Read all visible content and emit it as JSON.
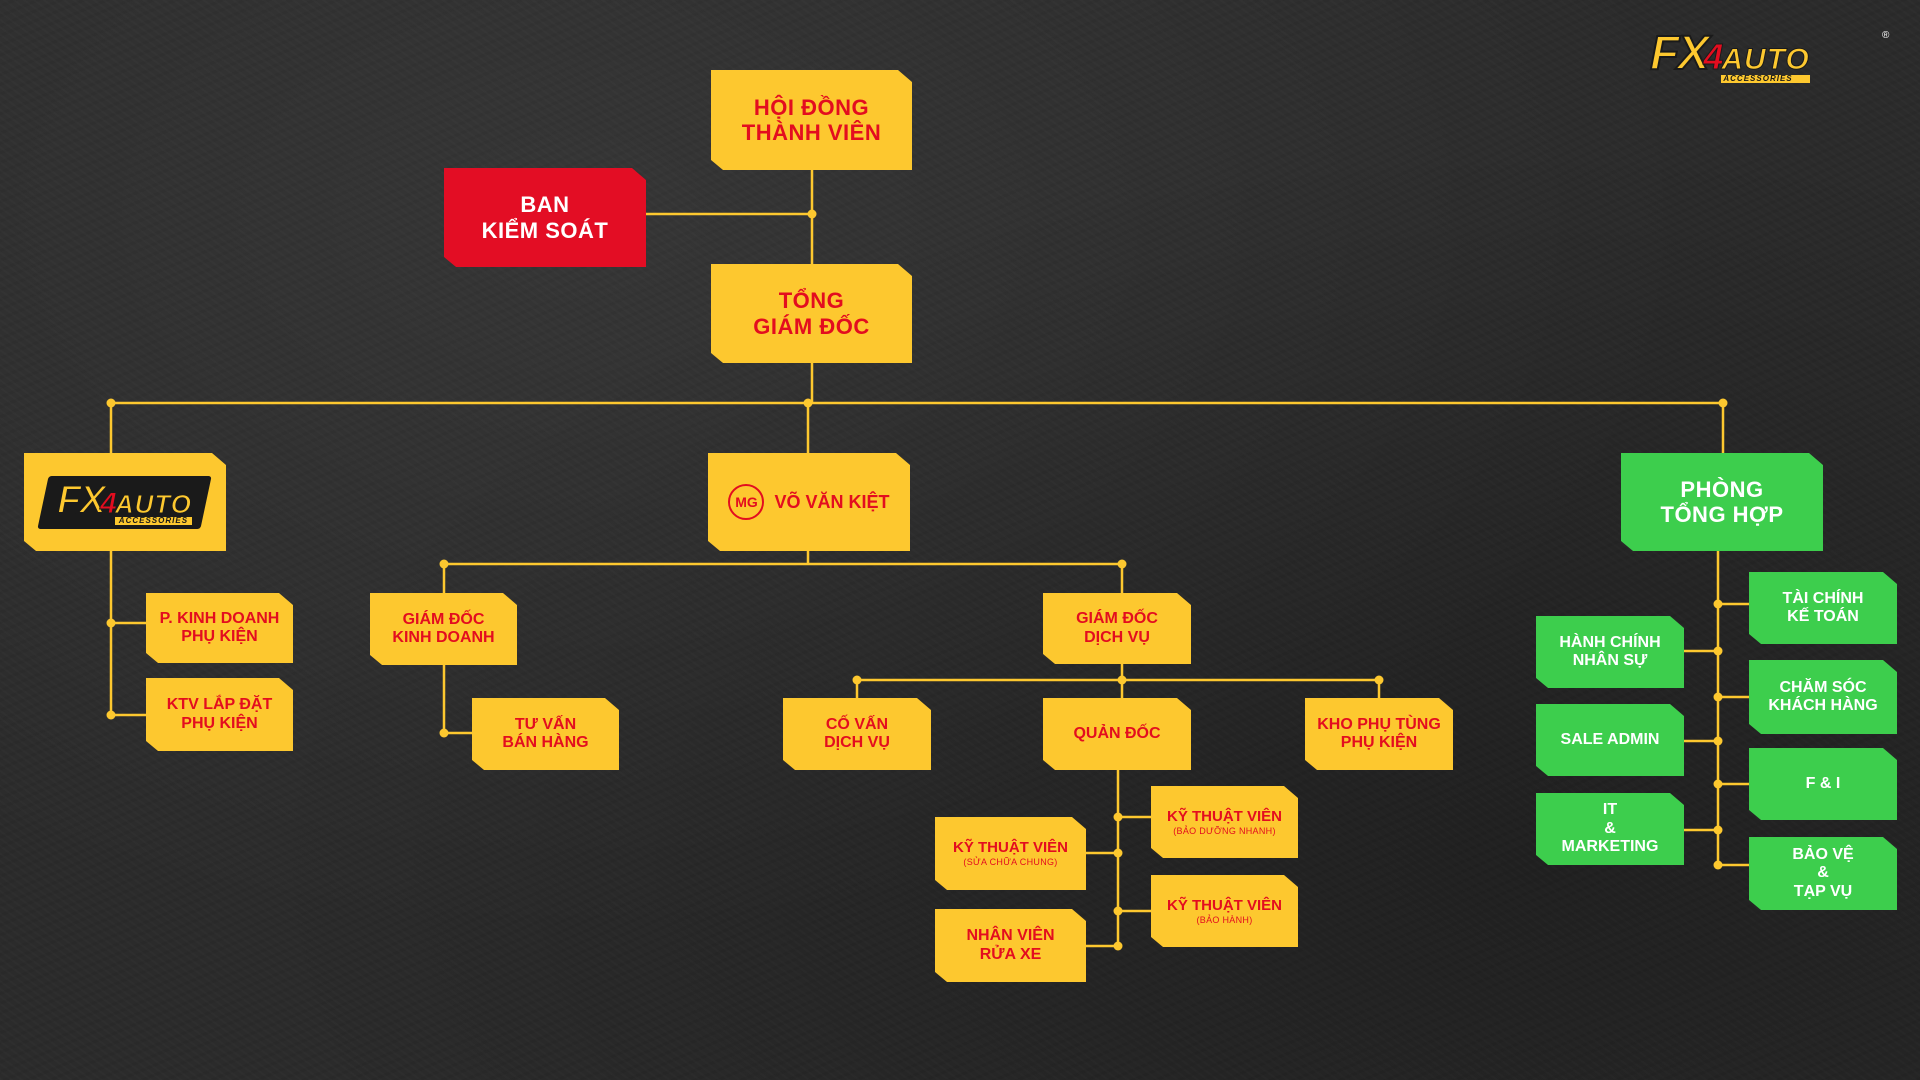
{
  "brand": {
    "logo_fx": "FX",
    "logo_four": "4",
    "logo_auto": "AUTO",
    "logo_sub": "ACCESSORIES",
    "logo_reg": "®",
    "accent_yellow": "#fdc82f",
    "accent_red": "#e30d1f",
    "accent_green": "#3dce4d"
  },
  "nodes": {
    "hdtv": [
      "HỘI ĐỒNG",
      "THÀNH VIÊN"
    ],
    "ban_kiem_soat": [
      "BAN",
      "KIỂM SOÁT"
    ],
    "tong_giam_doc": [
      "TỔNG",
      "GIÁM ĐỐC"
    ],
    "fx_branch_icon": "fx4auto-logo-icon",
    "mg_branch": {
      "icon": "MG",
      "label": "VÕ VĂN KIỆT"
    },
    "phong_tong_hop": [
      "PHÒNG",
      "TỔNG HỢP"
    ],
    "p_kinh_doanh": [
      "P. KINH DOANH",
      "PHỤ KIỆN"
    ],
    "ktv_lap_dat": [
      "KTV LẮP ĐẶT",
      "PHỤ KIỆN"
    ],
    "gd_kinh_doanh": [
      "GIÁM ĐỐC",
      "KINH DOANH"
    ],
    "tu_van": [
      "TƯ VẤN",
      "BÁN HÀNG"
    ],
    "gd_dich_vu": [
      "GIÁM ĐỐC",
      "DỊCH VỤ"
    ],
    "co_van": [
      "CỐ VẤN",
      "DỊCH VỤ"
    ],
    "quan_doc": [
      "QUẢN ĐỐC"
    ],
    "kho_phu_tung": [
      "KHO PHỤ TÙNG",
      "PHỤ KIỆN"
    ],
    "ktv_bao_duong": {
      "title": "KỸ THUẬT VIÊN",
      "sub": "(BẢO DƯỠNG NHANH)"
    },
    "ktv_sua_chua": {
      "title": "KỸ THUẬT VIÊN",
      "sub": "(SỬA CHỮA CHUNG)"
    },
    "ktv_bao_hanh": {
      "title": "KỸ THUẬT VIÊN",
      "sub": "(BẢO HÀNH)"
    },
    "nv_rua_xe": [
      "NHÂN VIÊN",
      "RỬA XE"
    ],
    "tai_chinh": [
      "TÀI CHÍNH",
      "KẾ TOÁN"
    ],
    "hanh_chinh": [
      "HÀNH CHÍNH",
      "NHÂN SỰ"
    ],
    "cham_soc": [
      "CHĂM SÓC",
      "KHÁCH HÀNG"
    ],
    "sale_admin": [
      "SALE ADMIN"
    ],
    "f_i": [
      "F & I"
    ],
    "it_marketing": [
      "IT",
      "&",
      "MARKETING"
    ],
    "bao_ve": [
      "BẢO VỆ",
      "&",
      "TẠP VỤ"
    ]
  }
}
